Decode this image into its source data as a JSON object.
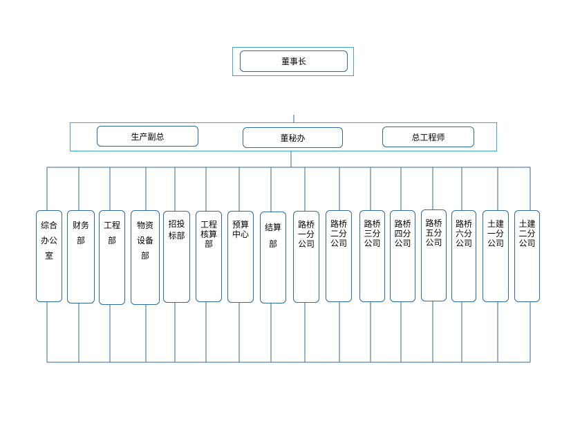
{
  "chairman": "董事长",
  "middle": [
    "生产副总",
    "董秘办",
    "总工程师"
  ],
  "departments": [
    "综合办公室",
    "财务部",
    "工程部",
    "物资设备部",
    "招投标部",
    "工程核算部",
    "预算中心",
    "结算部",
    "路桥一分公司",
    "路桥二分公司",
    "路桥三分公司",
    "路桥四分公司",
    "路桥五分公司",
    "路桥六分公司",
    "土建一分公司",
    "土建二分公司"
  ],
  "colors": {
    "line": "#2d6a9a",
    "frame": "#4aa3c8"
  }
}
